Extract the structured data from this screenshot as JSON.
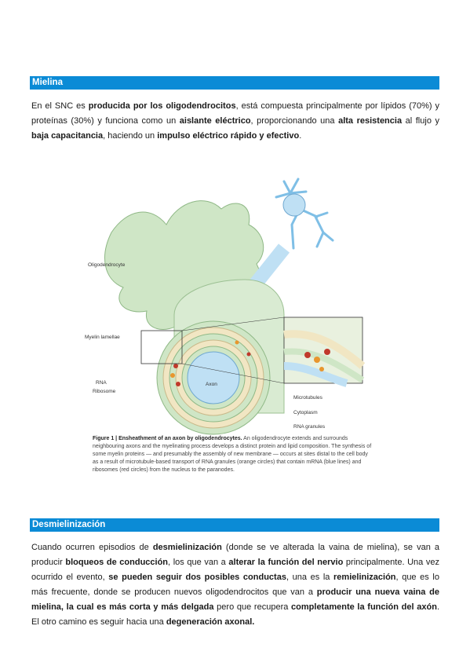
{
  "section1": {
    "title": "Mielina",
    "p": [
      {
        "t": "En el SNC es ",
        "b": false
      },
      {
        "t": "producida por los oligodendrocitos",
        "b": true
      },
      {
        "t": ", está compuesta principalmente por lípidos (70%) y proteínas (30%) y funciona como un ",
        "b": false
      },
      {
        "t": "aislante eléctrico",
        "b": true
      },
      {
        "t": ", proporcionando una ",
        "b": false
      },
      {
        "t": "alta resistencia",
        "b": true
      },
      {
        "t": " al flujo y ",
        "b": false
      },
      {
        "t": "baja capacitancia",
        "b": true
      },
      {
        "t": ", haciendo un ",
        "b": false
      },
      {
        "t": "impulso eléctrico rápido y efectivo",
        "b": true
      },
      {
        "t": ".",
        "b": false
      }
    ]
  },
  "figure": {
    "labels": {
      "oligodendrocyte": "Oligodendrocyte",
      "myelin_lamellae": "Myelin lamellae",
      "rna": "RNA",
      "ribosome": "Ribosome",
      "axon": "Axon",
      "microtubules": "Microtubules",
      "cytoplasm": "Cytoplasm",
      "rna_granules": "RNA granules"
    },
    "caption_title": "Figure 1 | Ensheathment of an axon by oligodendrocytes.",
    "caption_body": " An oligodendrocyte extends and surrounds neighbouring axons and the myelinating process develops a distinct protein and lipid composition. The synthesis of some myelin proteins — and presumably the assembly of new membrane — occurs at sites distal to the cell body as a result of microtubule-based transport of RNA granules (orange circles) that contain mRNA (blue lines) and ribosomes (red circles) from the nucleus to the paranodes.",
    "colors": {
      "cell": "#cfe6c6",
      "cell_stroke": "#8fb886",
      "axon": "#bfe0f4",
      "myelin": "#f1e6c3",
      "ribosome": "#c0392b",
      "rna": "#e8962e"
    }
  },
  "section2": {
    "title": "Desmielinización",
    "p": [
      {
        "t": "Cuando ocurren episodios de ",
        "b": false
      },
      {
        "t": "desmielinización",
        "b": true
      },
      {
        "t": " (donde se ve alterada la vaina de mielina), se van a producir ",
        "b": false
      },
      {
        "t": "bloqueos de conducción",
        "b": true
      },
      {
        "t": ", los que van a ",
        "b": false
      },
      {
        "t": "alterar la función del nervio",
        "b": true
      },
      {
        "t": " principalmente. Una vez ocurrido el evento, ",
        "b": false
      },
      {
        "t": "se pueden seguir dos posibles conductas",
        "b": true
      },
      {
        "t": ", una es la ",
        "b": false
      },
      {
        "t": "remielinización",
        "b": true
      },
      {
        "t": ", que es lo más frecuente, donde se producen nuevos oligodendrocitos que van a ",
        "b": false
      },
      {
        "t": "producir una nueva vaina de mielina, la cual es más corta y más delgada",
        "b": true
      },
      {
        "t": " pero que recupera ",
        "b": false
      },
      {
        "t": "completamente la función del axón",
        "b": true
      },
      {
        "t": ". El otro camino es seguir hacia una ",
        "b": false
      },
      {
        "t": "degeneración axonal.",
        "b": true
      }
    ]
  }
}
